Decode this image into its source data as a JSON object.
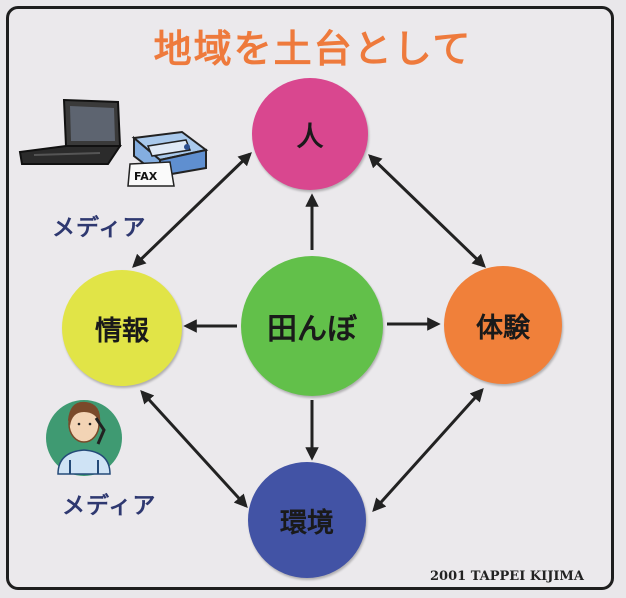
{
  "title": "地域を土台として",
  "nodes": {
    "person": "人",
    "field": "田んぼ",
    "info": "情報",
    "experience": "体験",
    "environment": "環境"
  },
  "media_labels": [
    "メディア",
    "メディア"
  ],
  "fax_text": "FAX",
  "credit": "2001 TAPPEI KIJIMA",
  "colors": {
    "title": "#ee7a3c",
    "person": "#d9478f",
    "field": "#62c04a",
    "info": "#e1e447",
    "experience": "#f0803a",
    "environment": "#4253a5"
  }
}
